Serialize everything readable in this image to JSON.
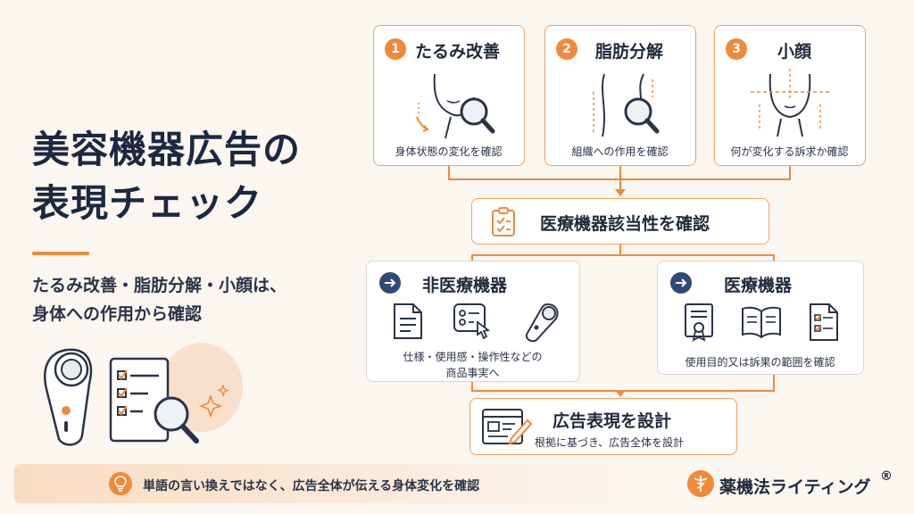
{
  "title": {
    "line1": "美容機器広告の",
    "line2": "表現チェック"
  },
  "lead": {
    "line1": "たるみ改善・脂肪分解・小顔は、",
    "line2": "身体への作用から確認"
  },
  "steps": [
    {
      "number": "1",
      "title": "たるみ改善",
      "caption": "身体状態の変化を確認"
    },
    {
      "number": "2",
      "title": "脂肪分解",
      "caption": "組織への作用を確認"
    },
    {
      "number": "3",
      "title": "小顔",
      "caption": "何が変化する訴求か確認"
    }
  ],
  "check": {
    "title": "医療機器該当性を確認"
  },
  "non_medical": {
    "title": "非医療機器",
    "caption1": "仕様・使用感・操作性などの",
    "caption2": "商品事実へ"
  },
  "medical": {
    "title": "医療機器",
    "caption": "使用目的又は訴果の範囲を確認"
  },
  "design": {
    "title": "広告表現を設計",
    "caption": "根拠に基づき、広告全体を設計"
  },
  "footer": {
    "tip": "単語の言い換えではなく、広告全体が伝える身体変化を確認",
    "brand": "薬機法ライティング",
    "mark": "®"
  },
  "colors": {
    "accent": "#f08a3a",
    "navy": "#1c2840",
    "bg": "#fbf6f0"
  }
}
